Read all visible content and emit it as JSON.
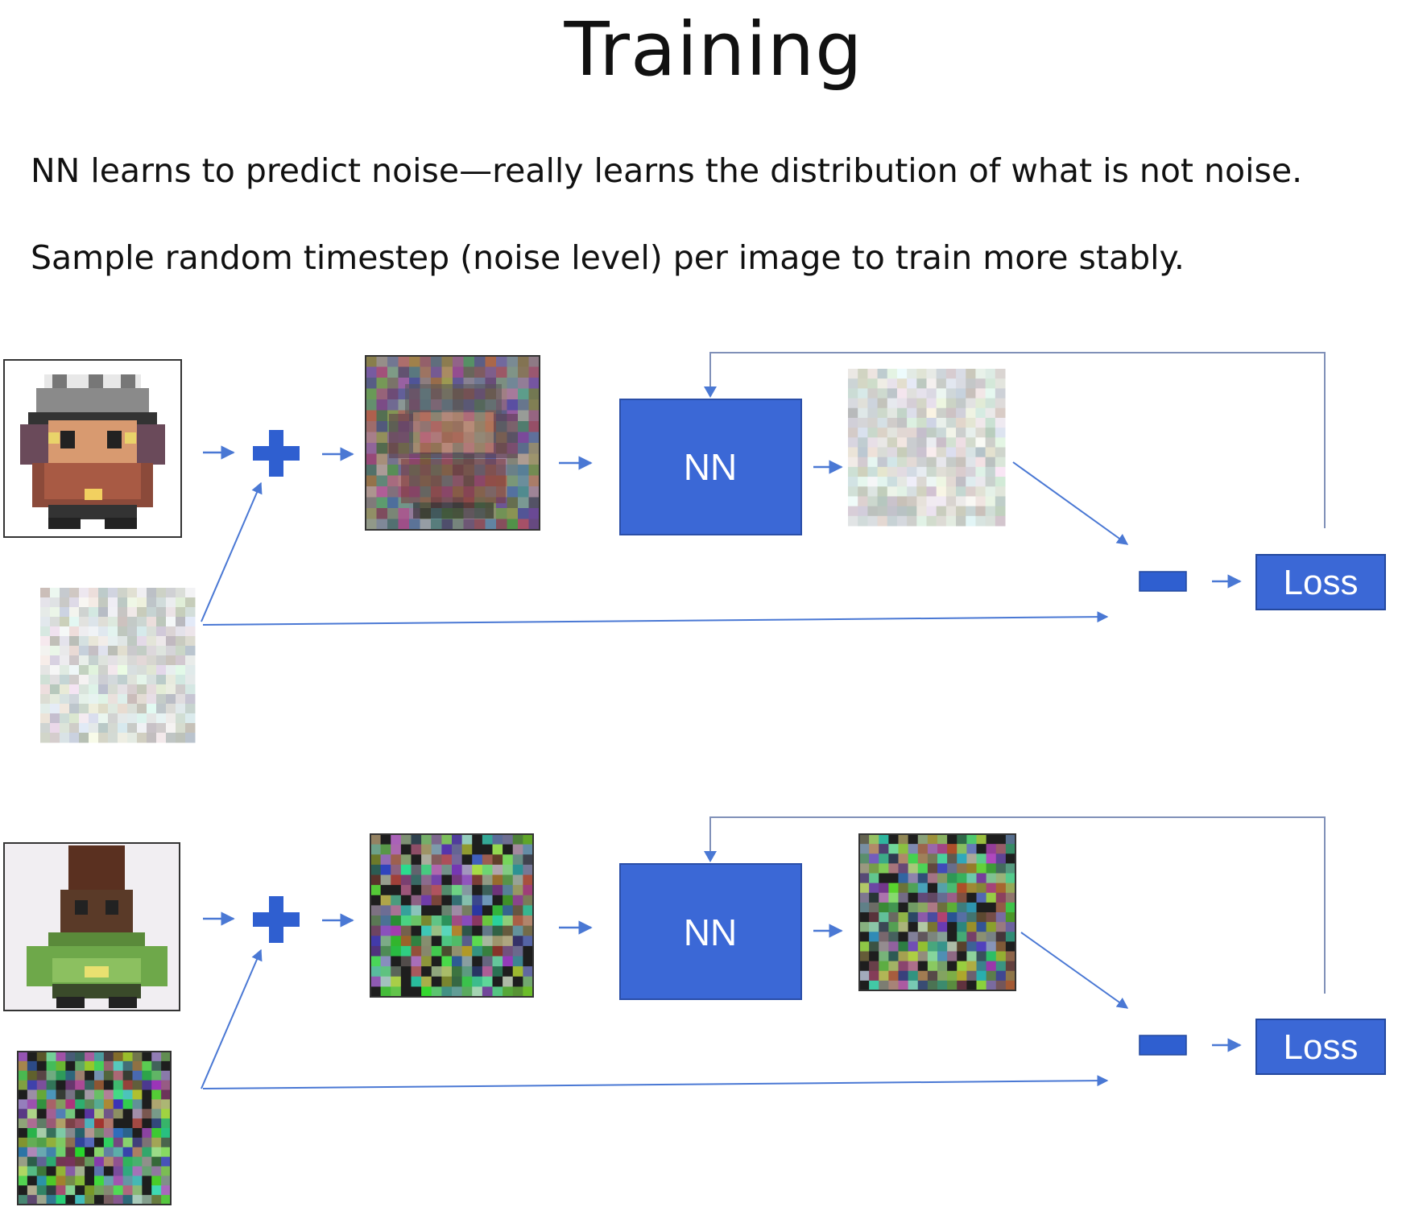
{
  "slide": {
    "title": "Training",
    "lines": [
      "NN learns to predict noise—really learns the distribution of what is not noise.",
      "Sample random timestep (noise level) per image to train more stably."
    ]
  },
  "diagram": {
    "colors": {
      "accent": "#3b68d6",
      "arrow": "#4a78d4",
      "line": "#8090b8",
      "box_text": "#ffffff"
    },
    "rows": [
      {
        "nn_label": "NN",
        "loss_label": "Loss",
        "plus_symbol": "+",
        "minus_symbol": "−",
        "noise_level": "low"
      },
      {
        "nn_label": "NN",
        "loss_label": "Loss",
        "plus_symbol": "+",
        "minus_symbol": "−",
        "noise_level": "high"
      }
    ]
  }
}
